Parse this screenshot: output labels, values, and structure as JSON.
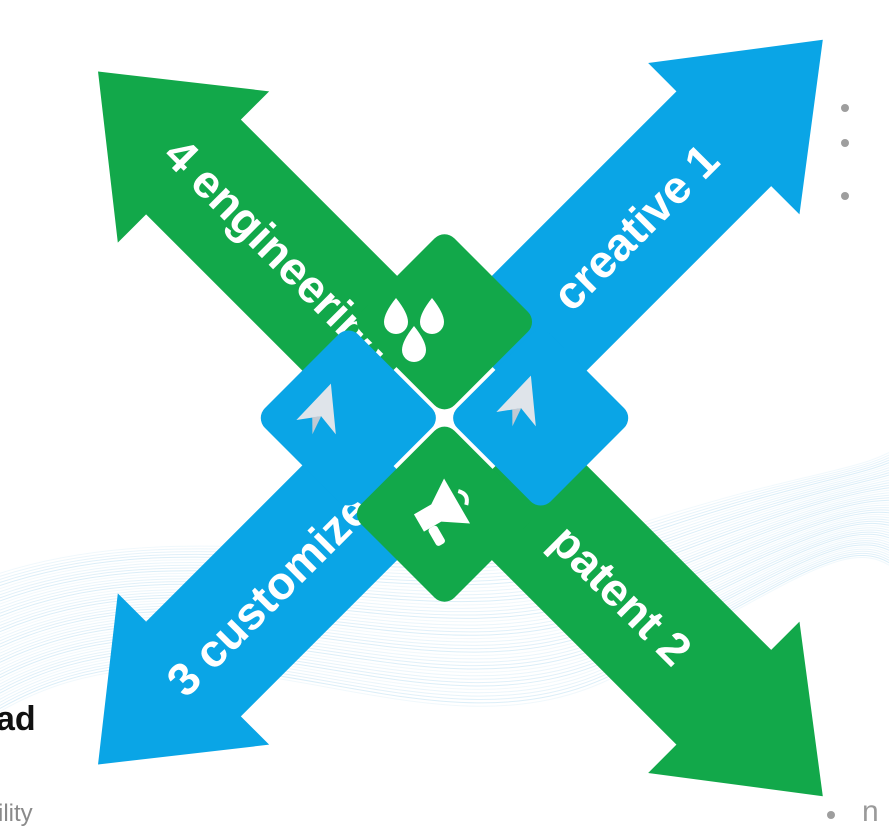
{
  "colors": {
    "blue": "#0aa5e6",
    "green": "#12a84a",
    "wave": "#3aa0d8",
    "icon": "#ffffff",
    "bullet": "#9e9e9e"
  },
  "arrows": [
    {
      "id": "creative",
      "label": "creative 1",
      "color": "blue"
    },
    {
      "id": "patent",
      "label": "patent 2",
      "color": "green"
    },
    {
      "id": "customize",
      "label": "3 customize",
      "color": "blue"
    },
    {
      "id": "engineering",
      "label": "4 engineering",
      "color": "green"
    }
  ],
  "center_tiles": [
    {
      "id": "top",
      "icon": "water-drops-icon",
      "color": "green"
    },
    {
      "id": "right",
      "icon": "paper-plane-icon",
      "color": "blue"
    },
    {
      "id": "bottom",
      "icon": "megaphone-icon",
      "color": "green"
    },
    {
      "id": "left",
      "icon": "paper-plane-icon",
      "color": "blue"
    }
  ],
  "side_text": {
    "bold_fragment": "ad",
    "light_fragment": "ility",
    "bottom_fragment": "n"
  },
  "bullets_top_right": 3,
  "bullets_bottom_right": 1
}
